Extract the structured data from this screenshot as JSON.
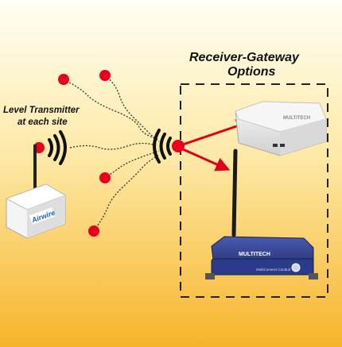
{
  "labels": {
    "receiver_title_line1": "Receiver-Gateway",
    "receiver_title_line2": "Options",
    "transmitter_line1": "Level Transmitter",
    "transmitter_line2": "at each site"
  },
  "brands": {
    "sensor_logo": "Airwire",
    "router_brand": "MULTITECH",
    "gateway_brand": "MULTITECH",
    "gateway_model": "MultiConnect Conduit"
  },
  "colors": {
    "background_top": "#fffef5",
    "background_bottom": "#f7b42a",
    "node": "#e8001c",
    "arrow": "#e00018",
    "dashed_box": "#222222",
    "gateway": "#2b3b8c"
  },
  "icons": {
    "sensor": "wireless-sensor-icon",
    "router": "white-router-icon",
    "gateway": "antenna-gateway-icon",
    "signal": "signal-waves-icon"
  }
}
